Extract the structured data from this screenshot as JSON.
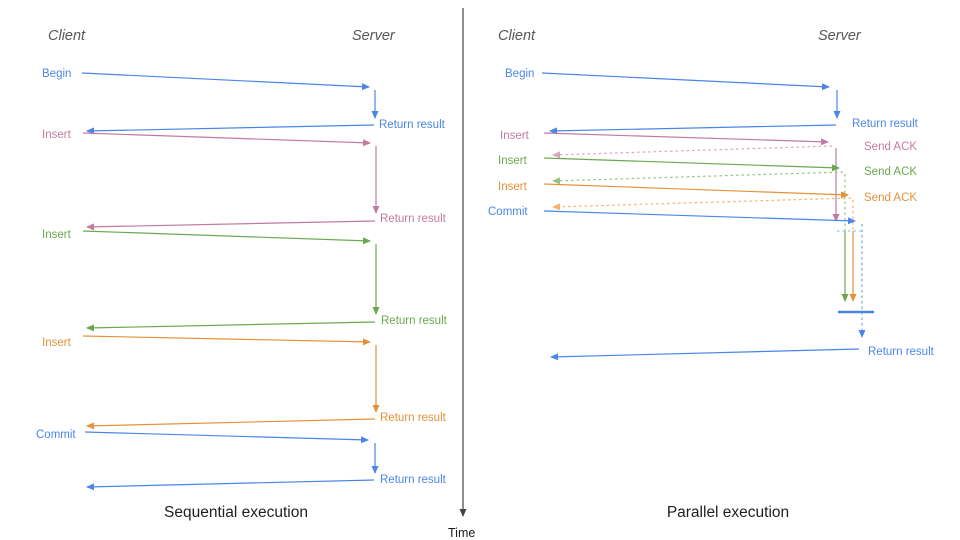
{
  "palette": {
    "blue": "#4a86e8",
    "blue_light": "#6fa8dc",
    "pink": "#c27ba0",
    "pink_light": "#d5a6bd",
    "green": "#6aa84f",
    "green_light": "#93c47d",
    "orange": "#e69138",
    "orange_light": "#f6b26b",
    "axis_gray": "#434343",
    "header_gray": "#575757"
  },
  "time_axis": {
    "label": "Time"
  },
  "sequential": {
    "title": "Sequential execution",
    "headers": {
      "client": "Client",
      "server": "Server"
    },
    "steps": [
      {
        "request": "Begin",
        "response": "Return result"
      },
      {
        "request": "Insert",
        "response": "Return result"
      },
      {
        "request": "Insert",
        "response": "Return result"
      },
      {
        "request": "Insert",
        "response": "Return result"
      },
      {
        "request": "Commit",
        "response": "Return result"
      }
    ]
  },
  "parallel": {
    "title": "Parallel execution",
    "headers": {
      "client": "Client",
      "server": "Server"
    },
    "steps": [
      {
        "request": "Begin",
        "response": "Return result"
      },
      {
        "request": "Insert",
        "response": "Send ACK"
      },
      {
        "request": "Insert",
        "response": "Send ACK"
      },
      {
        "request": "Insert",
        "response": "Send ACK"
      },
      {
        "request": "Commit",
        "response": "Return result"
      }
    ]
  }
}
